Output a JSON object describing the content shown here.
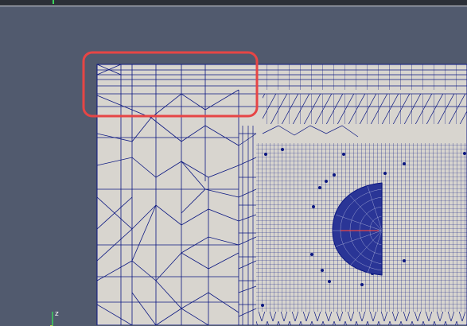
{
  "viewport": {
    "background": "#515a6e",
    "mesh_face_color": "#d8d5cf",
    "mesh_edge_color": "#0b1781",
    "highlight_color": "#e64545",
    "representation": "surface-with-edges"
  },
  "axes": {
    "label": "z",
    "axis_color": "#3bd35b"
  },
  "selection_box": {
    "shape": "rounded-rectangle",
    "color": "#e64545"
  }
}
